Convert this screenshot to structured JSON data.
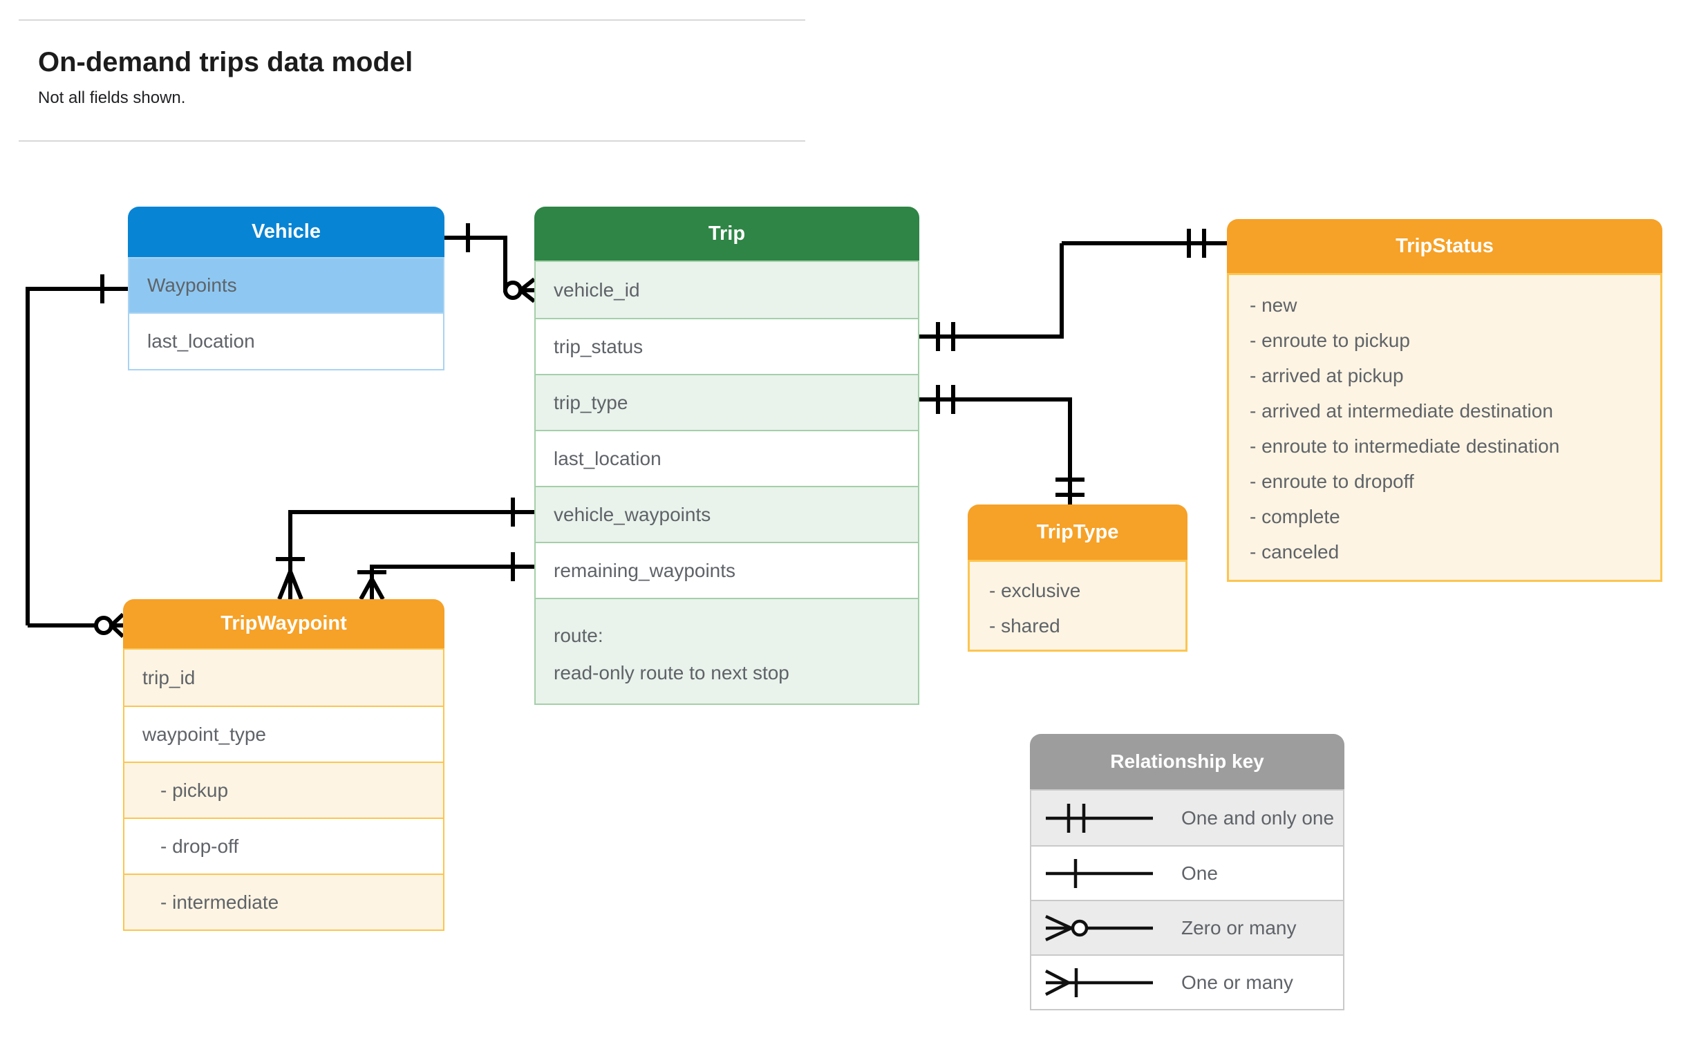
{
  "page": {
    "title": "On-demand trips data model",
    "subtitle": "Not all fields shown."
  },
  "tables": {
    "vehicle": {
      "title": "Vehicle",
      "fields": [
        "Waypoints",
        "last_location"
      ]
    },
    "trip": {
      "title": "Trip",
      "fields": [
        "vehicle_id",
        "trip_status",
        "trip_type",
        "last_location",
        "vehicle_waypoints",
        "remaining_waypoints"
      ],
      "route_field": {
        "name": "route:",
        "description": "read-only route to next stop"
      }
    },
    "trip_status": {
      "title": "TripStatus",
      "values": [
        "- new",
        "- enroute to pickup",
        "- arrived at pickup",
        "- arrived at intermediate destination",
        "- enroute to intermediate destination",
        "- enroute to dropoff",
        "- complete",
        "- canceled"
      ]
    },
    "trip_type": {
      "title": "TripType",
      "values": [
        "- exclusive",
        "- shared"
      ]
    },
    "trip_waypoint": {
      "title": "TripWaypoint",
      "fields": [
        "trip_id",
        "waypoint_type"
      ],
      "values": [
        "- pickup",
        "- drop-off",
        "- intermediate"
      ]
    }
  },
  "legend": {
    "title": "Relationship key",
    "items": [
      {
        "symbol": "one-and-only-one",
        "label": "One and only one"
      },
      {
        "symbol": "one",
        "label": "One"
      },
      {
        "symbol": "zero-or-many",
        "label": "Zero or many"
      },
      {
        "symbol": "one-or-many",
        "label": "One or many"
      }
    ]
  },
  "colors": {
    "vehicle_header": "#0884d4",
    "vehicle_key_row": "#8ec8f2",
    "trip_header": "#2e8546",
    "trip_alt_row": "#e9f2eb",
    "enum_header": "#f6a127",
    "enum_body": "#fdf4e3",
    "enum_border": "#fcc550",
    "legend_header": "#9d9d9d",
    "legend_alt_row": "#ebebeb",
    "connector": "#000000",
    "row_text": "#5f6368"
  }
}
